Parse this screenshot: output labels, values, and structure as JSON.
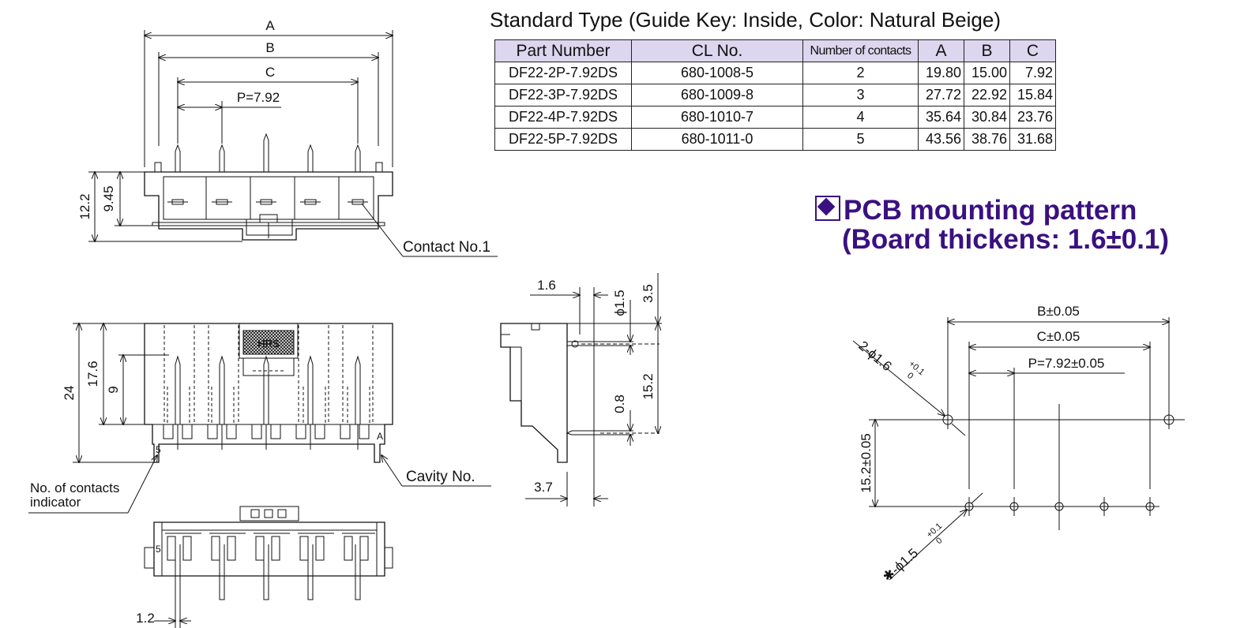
{
  "table": {
    "title": "Standard Type (Guide Key: Inside, Color: Natural Beige)",
    "headers": [
      "Part Number",
      "CL No.",
      "Number of contacts",
      "A",
      "B",
      "C"
    ],
    "rows": [
      [
        "DF22-2P-7.92DS",
        "680-1008-5",
        "2",
        "19.80",
        "15.00",
        "7.92"
      ],
      [
        "DF22-3P-7.92DS",
        "680-1009-8",
        "3",
        "27.72",
        "22.92",
        "15.84"
      ],
      [
        "DF22-4P-7.92DS",
        "680-1010-7",
        "4",
        "35.64",
        "30.84",
        "23.76"
      ],
      [
        "DF22-5P-7.92DS",
        "680-1011-0",
        "5",
        "43.56",
        "38.76",
        "31.68"
      ]
    ]
  },
  "pcb": {
    "title_line1": "PCB mounting pattern",
    "title_line2": "(Board thickens: 1.6±0.1)",
    "labels": {
      "b": "B±0.05",
      "c": "C±0.05",
      "p": "P=7.92±0.05",
      "hole1": "2-ϕ1.6",
      "tol": "+0.1",
      "zero": "0",
      "vert": "15.2±0.05",
      "hole2": "✱-ϕ1.5"
    }
  },
  "front": {
    "a": "A",
    "b": "B",
    "c": "C",
    "p": "P=7.92",
    "h1": "12.2",
    "h2": "9.45",
    "contact": "Contact No.1"
  },
  "side": {
    "d1": "24",
    "d2": "17.6",
    "d3": "9",
    "five": "5",
    "a": "A",
    "indicator1": "No. of contacts",
    "indicator2": "indicator",
    "cavity": "Cavity No.",
    "hrs": "HRS"
  },
  "profile": {
    "w1": "1.6",
    "dia": "ϕ1.5",
    "h35": "3.5",
    "h152": "15.2",
    "h08": "0.8",
    "w37": "3.7"
  },
  "bottom": {
    "five": "5",
    "d12": "1.2"
  },
  "colors": {
    "accent": "#3a1180",
    "header_bg": "#dcd6ee",
    "line": "#111111"
  }
}
